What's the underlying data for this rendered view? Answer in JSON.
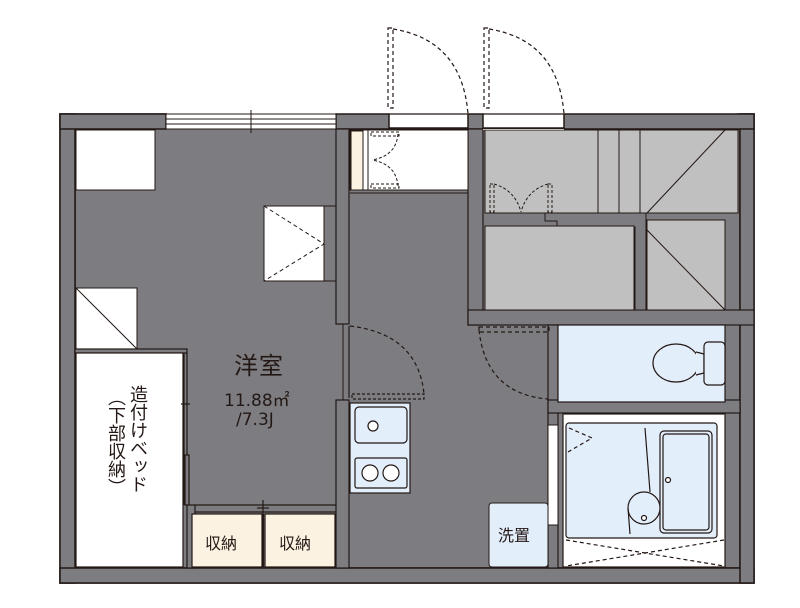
{
  "floor_plan": {
    "colors": {
      "wall": "#7d7c80",
      "wall_outline": "#231815",
      "stair_fill": "#c0c0c0",
      "storage_fill": "#fbf2e1",
      "wet_area_fill": "#e3eefb",
      "background": "#ffffff"
    },
    "rooms": {
      "western_room": {
        "name": "洋室",
        "area": "11.88㎡",
        "size_jo": "/7.3J"
      },
      "built_in_bed": {
        "label_col1": "造付けベッド",
        "label_col2": "（下部収納）"
      },
      "storage_left": {
        "label": "収納"
      },
      "storage_right": {
        "label": "収納"
      },
      "washer_space": {
        "label": "洗置"
      }
    },
    "fixtures": [
      "entrance-door-left",
      "entrance-door-right",
      "staircase",
      "toilet",
      "unit-bath",
      "kitchen-sink",
      "two-burner-stove",
      "shoe-closet",
      "window-top",
      "window-bottom"
    ]
  }
}
